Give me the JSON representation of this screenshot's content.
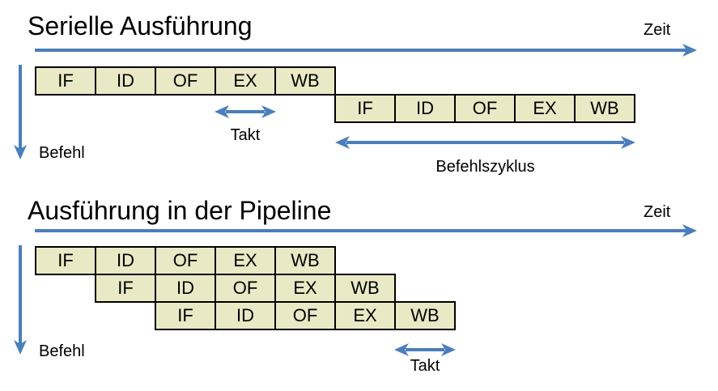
{
  "colors": {
    "accent_blue": "#4a7ebc",
    "stage_fill": "#e9e9c6",
    "stage_border": "#000000",
    "background": "#ffffff"
  },
  "serial": {
    "title": "Serielle Ausführung",
    "time_label": "Zeit",
    "instruction_axis_label": "Befehl",
    "clock_label": "Takt",
    "cycle_label": "Befehlszyklus",
    "rows": [
      {
        "stages": [
          "IF",
          "ID",
          "OF",
          "EX",
          "WB"
        ]
      },
      {
        "stages": [
          "IF",
          "ID",
          "OF",
          "EX",
          "WB"
        ]
      }
    ]
  },
  "pipeline": {
    "title": "Ausführung in der Pipeline",
    "time_label": "Zeit",
    "instruction_axis_label": "Befehl",
    "clock_label": "Takt",
    "rows": [
      {
        "stages": [
          "IF",
          "ID",
          "OF",
          "EX",
          "WB"
        ]
      },
      {
        "stages": [
          "IF",
          "ID",
          "OF",
          "EX",
          "WB"
        ]
      },
      {
        "stages": [
          "IF",
          "ID",
          "OF",
          "EX",
          "WB"
        ]
      }
    ]
  }
}
